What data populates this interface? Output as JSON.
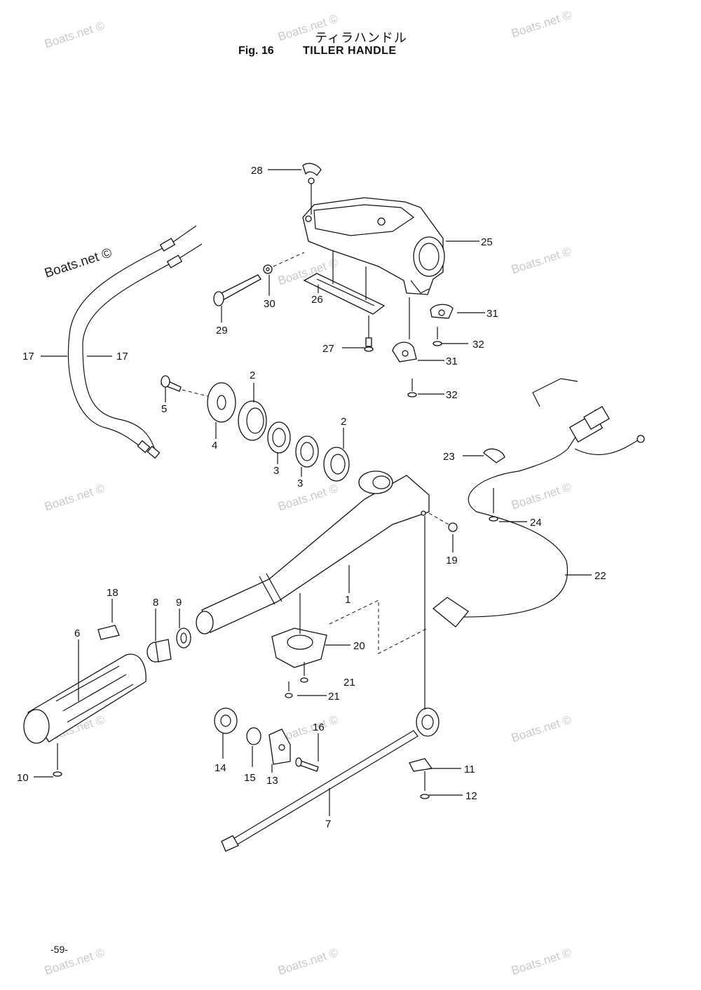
{
  "header": {
    "japanese_title": "ティラハンドル",
    "figure_number": "Fig. 16",
    "figure_title": "TILLER HANDLE"
  },
  "watermark": {
    "text": "Boats.net ©"
  },
  "parts": {
    "p1": "1",
    "p2a": "2",
    "p2b": "2",
    "p3a": "3",
    "p3b": "3",
    "p4": "4",
    "p5": "5",
    "p6": "6",
    "p7": "7",
    "p8": "8",
    "p9": "9",
    "p10": "10",
    "p11": "11",
    "p12": "12",
    "p13": "13",
    "p14": "14",
    "p15": "15",
    "p16": "16",
    "p17a": "17",
    "p17b": "17",
    "p18": "18",
    "p19": "19",
    "p20": "20",
    "p21a": "21",
    "p21b": "21",
    "p22": "22",
    "p23": "23",
    "p24": "24",
    "p25": "25",
    "p26": "26",
    "p27": "27",
    "p28": "28",
    "p29": "29",
    "p30": "30",
    "p31a": "31",
    "p31b": "31",
    "p32a": "32",
    "p32b": "32"
  },
  "footer": {
    "page_number": "-59-"
  }
}
